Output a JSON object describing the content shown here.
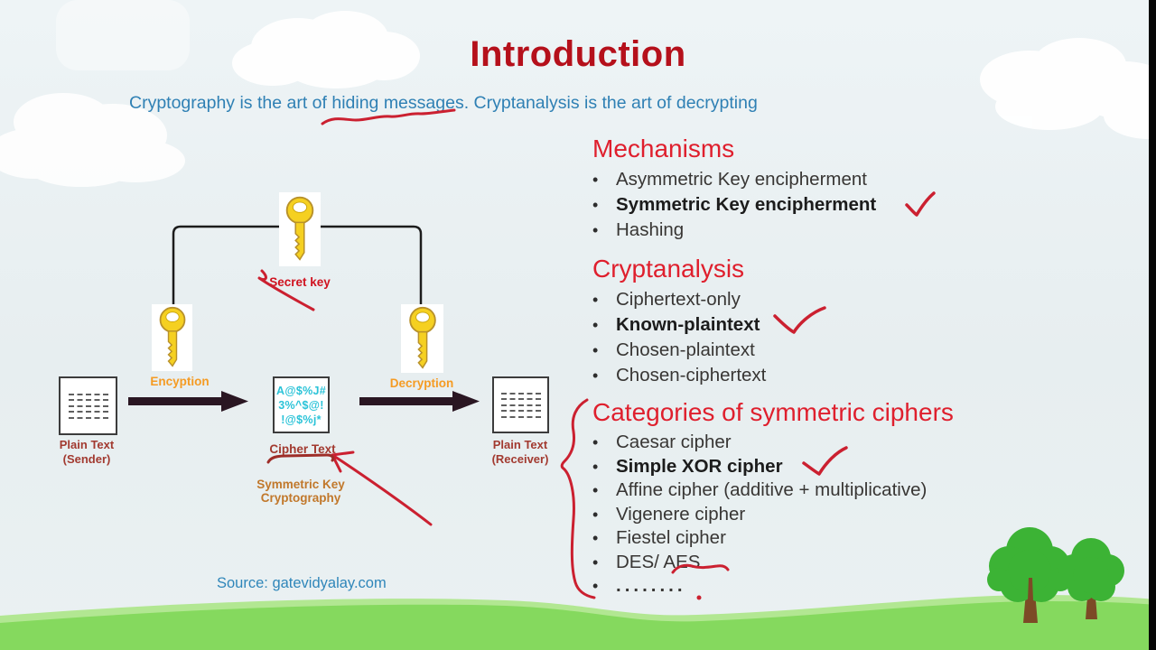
{
  "ui": {
    "bullet": "•"
  },
  "slide": {
    "title": "Introduction",
    "subtitle": "Cryptography is the art of hiding messages. Cryptanalysis is the art of decrypting",
    "source": "Source: gatevidyalay.com"
  },
  "diagram": {
    "secret_key_label": "Secret key",
    "encryption_label": "Encyption",
    "decryption_label": "Decryption",
    "sender_label_line1": "Plain Text",
    "sender_label_line2": "(Sender)",
    "receiver_label_line1": "Plain Text",
    "receiver_label_line2": "(Receiver)",
    "cipher_label": "Cipher Text",
    "caption": "Symmetric Key Cryptography",
    "cipher_lines": [
      "A@$%J#",
      "3%^$@!",
      "!@$%j*"
    ]
  },
  "sections": [
    {
      "heading": "Mechanisms",
      "items": [
        {
          "text": "Asymmetric Key encipherment",
          "bold": false,
          "check": false
        },
        {
          "text": "Symmetric Key encipherment",
          "bold": true,
          "check": true
        },
        {
          "text": "Hashing",
          "bold": false,
          "check": false
        }
      ]
    },
    {
      "heading": "Cryptanalysis",
      "items": [
        {
          "text": "Ciphertext-only",
          "bold": false,
          "check": false
        },
        {
          "text": "Known-plaintext",
          "bold": true,
          "check": true
        },
        {
          "text": "Chosen-plaintext",
          "bold": false,
          "check": false
        },
        {
          "text": "Chosen-ciphertext",
          "bold": false,
          "check": false
        }
      ]
    },
    {
      "heading": "Categories of symmetric ciphers",
      "items": [
        {
          "text": "Caesar cipher",
          "bold": false,
          "check": false
        },
        {
          "text": "Simple XOR cipher",
          "bold": true,
          "check": true
        },
        {
          "text": "Affine cipher (additive + multiplicative)",
          "bold": false,
          "check": false
        },
        {
          "text": "Vigenere cipher",
          "bold": false,
          "check": false
        },
        {
          "text": "Fiestel cipher",
          "bold": false,
          "check": false
        },
        {
          "text": "DES/ AES",
          "bold": false,
          "check": false,
          "underlined": true
        },
        {
          "text": "........",
          "bold": false,
          "check": false
        }
      ]
    }
  ],
  "colors": {
    "title_red": "#b5101b",
    "heading_red": "#df1f2d",
    "text_blue": "#2f80b4",
    "label_orange": "#f59b23",
    "caption_orange": "#c1782b",
    "label_brick": "#a23a30",
    "cipher_cyan": "#2bc3d8",
    "pen_red": "#cb2030",
    "key_yellow": "#f5d021",
    "grass_green": "#85d95e",
    "tree_green": "#3cb335"
  }
}
